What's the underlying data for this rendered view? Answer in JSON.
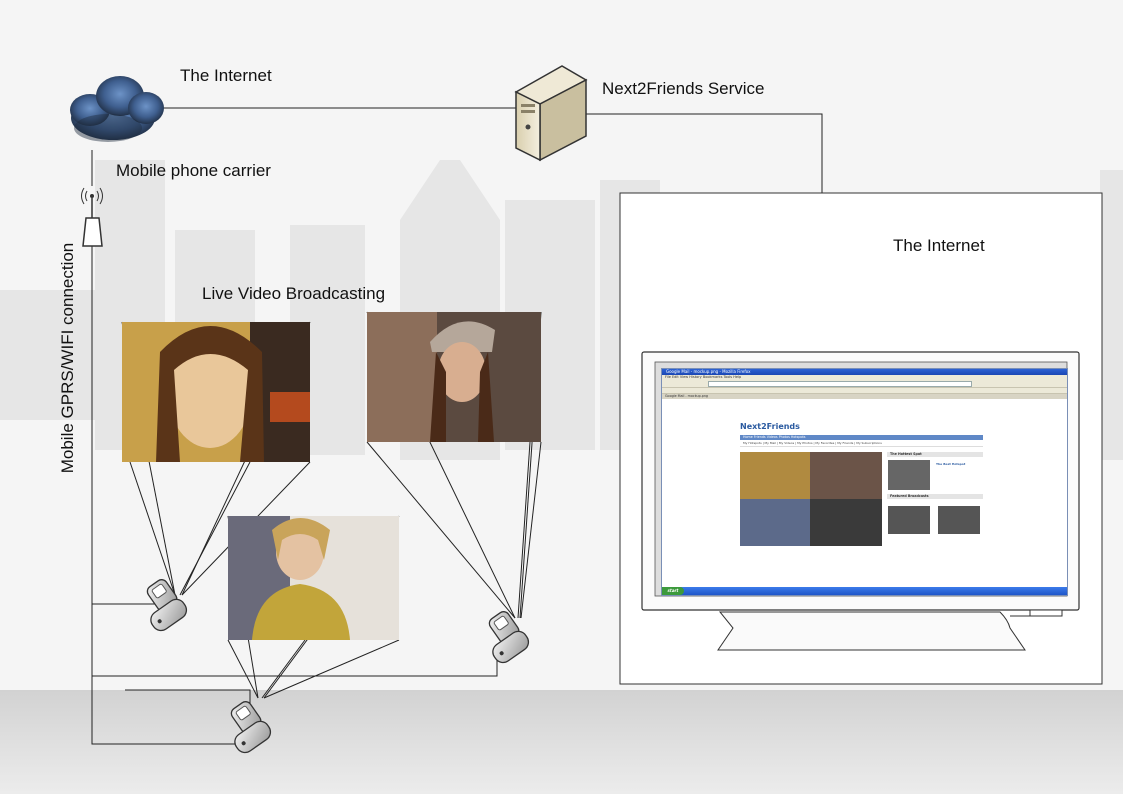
{
  "labels": {
    "internet_top": "The Internet",
    "server": "Next2Friends Service",
    "carrier": "Mobile phone carrier",
    "connection": "Mobile GPRS/WIFI connection",
    "broadcast": "Live Video Broadcasting",
    "internet_right": "The Internet"
  },
  "screen": {
    "window_title": "Google Mail - mockup.png - Mozilla Firefox",
    "menu": "File  Edit  View  History  Bookmarks  Tools  Help",
    "tab": "Google Mail - mockup.png",
    "brand": "Next2Friends",
    "nav": "Home   Friends   Videos   Photos   Hotspots",
    "subnav": "My Hotspots  |  My Mail  |  My Videos  |  My Photos  |  My Favorites  |  My Friends  |  My Subscriptions",
    "hottest_spot": "The Hottest Spot",
    "best_hotspot": "The Best Hotspot",
    "featured": "Featured Broadcasts",
    "start": "start"
  },
  "colors": {
    "line": "#222222",
    "cloud_dark": "#1f2c3e",
    "cloud_light": "#5a7fb0",
    "brand_blue": "#2a5aa0"
  }
}
